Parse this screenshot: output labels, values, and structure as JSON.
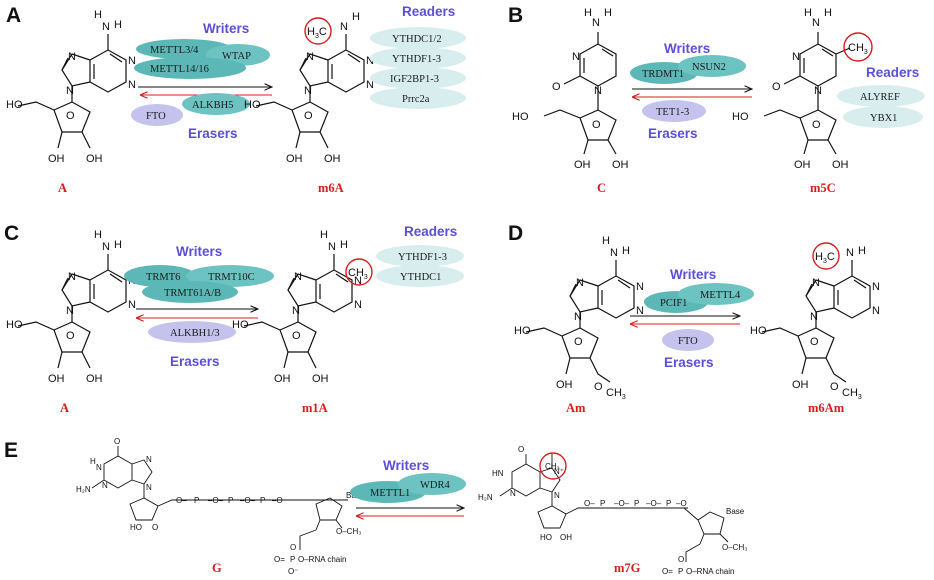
{
  "panels": {
    "A": {
      "label": "A",
      "writers_header": "Writers",
      "erasers_header": "Erasers",
      "readers_header": "Readers",
      "writers": [
        "METTL3/4",
        "WTAP",
        "METTL14/16"
      ],
      "erasers": [
        "ALKBH5",
        "FTO"
      ],
      "readers": [
        "YTHDC1/2",
        "YTHDF1-3",
        "IGF2BP1-3",
        "Prrc2a"
      ],
      "substrate": "A",
      "product": "m6A"
    },
    "B": {
      "label": "B",
      "writers_header": "Writers",
      "erasers_header": "Erasers",
      "readers_header": "Readers",
      "writers": [
        "TRDMT1",
        "NSUN2"
      ],
      "erasers": [
        "TET1-3"
      ],
      "readers": [
        "ALYREF",
        "YBX1"
      ],
      "substrate": "C",
      "product": "m5C"
    },
    "C": {
      "label": "C",
      "writers_header": "Writers",
      "erasers_header": "Erasers",
      "readers_header": "Readers",
      "writers": [
        "TRMT6",
        "TRMT10C",
        "TRMT61A/B"
      ],
      "erasers": [
        "ALKBH1/3"
      ],
      "readers": [
        "YTHDF1-3",
        "YTHDC1"
      ],
      "substrate": "A",
      "product": "m1A"
    },
    "D": {
      "label": "D",
      "writers_header": "Writers",
      "erasers_header": "Erasers",
      "writers": [
        "PCIF1",
        "METTL4"
      ],
      "erasers": [
        "FTO"
      ],
      "substrate": "Am",
      "product": "m6Am"
    },
    "E": {
      "label": "E",
      "writers_header": "Writers",
      "writers": [
        "METTL1",
        "WDR4"
      ],
      "substrate": "G",
      "product": "m7G"
    }
  },
  "atoms": {
    "NH2": "NH",
    "H": "H",
    "H3C": "H",
    "CH3": "CH",
    "N": "N",
    "O": "O",
    "OH": "OH",
    "HO": "HO",
    "base": "Base",
    "rna_chain": "O–RNA chain",
    "P": "P",
    "Ominus": "O"
  },
  "colors": {
    "writer": "#6cc3c2",
    "reader": "#d8eeee",
    "eraser": "#c5c3ee",
    "header": "#5a4fd6",
    "caption": "#d51d1d",
    "highlight_ring": "#d51d1d"
  }
}
